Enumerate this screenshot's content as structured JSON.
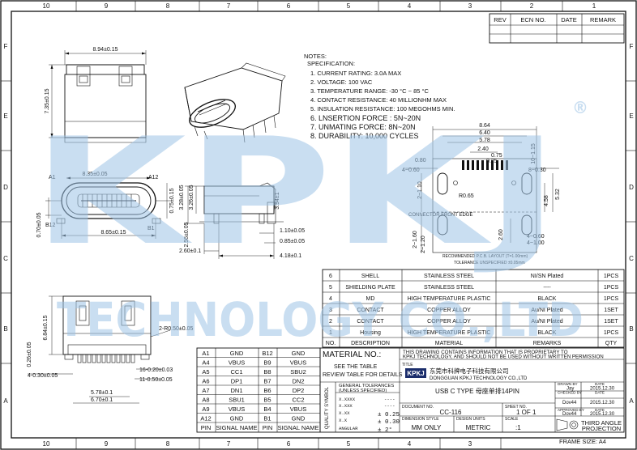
{
  "frame": {
    "cols_top": [
      "10",
      "9",
      "8",
      "7",
      "6",
      "5",
      "4",
      "3",
      "2",
      "1"
    ],
    "rows_side": [
      "F",
      "E",
      "D",
      "C",
      "B",
      "A"
    ]
  },
  "revision": {
    "headers": [
      "REV",
      "ECN NO.",
      "DATE",
      "REMARK"
    ]
  },
  "notes": {
    "title": "NOTES:",
    "spec_title": "SPECIFICATION:",
    "items": [
      "1. CURRENT RATING: 3.0A MAX",
      "2. VOLTAGE: 100 VAC",
      "3. TEMPERATURE RANGE: -30 °C ~ 85 °C",
      "4. CONTACT RESISTANCE: 40 MILLIONHM MAX",
      "5. INSULATION RESISTANCE: 100 MEGOHMS MIN.",
      "6. LNSERTION FORCE : 5N~20N",
      "7. UNMATING FORCE: 8N~20N",
      "8. DURABILITY: 10,000 CYCLES"
    ]
  },
  "dims": {
    "top_width": "8.94±0.15",
    "top_height": "7.35±0.15",
    "front_inner": "8.35±0.05",
    "front_outer": "8.65±0.15",
    "front_h": "0.70±0.05",
    "a1": "A1",
    "a12": "A12",
    "b1": "B1",
    "b12": "B12",
    "s_075": "0.75±0.15",
    "s_326": "3.26±0.05",
    "s_256": "2.56±0.05",
    "s_328": "3.28±0.05",
    "s_394": "3.94±1",
    "s_110": "1.10±0.05",
    "s_085": "0.85±0.05",
    "s_260": "2.60±0.1",
    "s_418": "4.18±0.1",
    "bot_684": "6.84±0.15",
    "bot_026": "0.26±0.05",
    "bot_r": "2-R0.50±0.05",
    "bot_4030": "4-0.30±0.05",
    "bot_16": "16-0.20±0.03",
    "bot_11": "11-0.50±0.05",
    "bot_578": "5.78±0.1",
    "bot_670": "6.70±0.1",
    "fp_864": "8.64",
    "fp_640": "6.40",
    "fp_578": "5.78",
    "fp_240": "2.40",
    "fp_075": "0.75",
    "fp_025": "0.25",
    "fp_080": "0.80",
    "fp_4060": "4~0.60",
    "fp_1015": "10~1.15",
    "fp_8030": "8~0.30",
    "fp_2r10": "2~1.10",
    "fp_r065": "R0.65",
    "fp_532": "5.32",
    "fp_458": "4.58",
    "fp_260": "2.60",
    "fp_21r60": "2~1.60",
    "fp_21r20": "2~1.20",
    "fp_4060b": "4~0.60",
    "fp_4100": "4~1.00",
    "connector_edge": "CONNECTOR FRONT EDGE",
    "pcb_layout": "RECOMMENDED P.C.B. LAYOUT (T=1.00mm)",
    "tol_unspec": "TOLERANCE UNSPECIFIED ±0.05mm"
  },
  "bom": {
    "rows": [
      {
        "no": "6",
        "desc": "SHELL",
        "material": "STAINLESS STEEL",
        "remarks": "NI/SN  Plated",
        "qty": "1PCS"
      },
      {
        "no": "5",
        "desc": "SHIELDING PLATE",
        "material": "STAINLESS STEEL",
        "remarks": "----",
        "qty": "1PCS"
      },
      {
        "no": "4",
        "desc": "MD",
        "material": "HIGH TEMPERATURE PLASTIC",
        "remarks": "BLACK",
        "qty": "1PCS"
      },
      {
        "no": "3",
        "desc": "CONTACT",
        "material": "COPPER ALLOY",
        "remarks": "Au/NI Plated",
        "qty": "1SET"
      },
      {
        "no": "2",
        "desc": "CONTACT",
        "material": "COPPER ALLOY",
        "remarks": "Au/NI Plated",
        "qty": "1SET"
      },
      {
        "no": "1",
        "desc": "Housing",
        "material": "HIGH TEMPERATURE PLASTIC",
        "remarks": "BLACK",
        "qty": "1PCS"
      }
    ],
    "header": {
      "no": "NO.",
      "desc": "DESCRIPTION",
      "material": "MATERIAL",
      "remarks": "REMARKS",
      "qty": "QTY"
    }
  },
  "pins": {
    "rows": [
      [
        "A1",
        "GND",
        "B12",
        "GND"
      ],
      [
        "A4",
        "VBUS",
        "B9",
        "VBUS"
      ],
      [
        "A5",
        "CC1",
        "B8",
        "SBU2"
      ],
      [
        "A6",
        "DP1",
        "B7",
        "DN2"
      ],
      [
        "A7",
        "DN1",
        "B6",
        "DP2"
      ],
      [
        "A8",
        "SBU1",
        "B5",
        "CC2"
      ],
      [
        "A9",
        "VBUS",
        "B4",
        "VBUS"
      ],
      [
        "A12",
        "GND",
        "B1",
        "GND"
      ]
    ],
    "header": [
      "PIN",
      "SIGNAL NAME",
      "PIN",
      "SIGNAL NAME"
    ]
  },
  "title_block": {
    "material_no": "MATERIAL NO.:",
    "see_table": "SEE THE TABLE",
    "review_table": "REVIEW TABLE FOR DETAILS",
    "proprietary_1": "THIS DRAWING CONTAINS INFORMATION THAT IS PROPRIETARY TO",
    "proprietary_2": "KPKJ TECHNOLOGY, AND SHOULD NOT BE USED WITHOUT WRITTEN PERMISSION",
    "title_label": "TITLE",
    "logo": "KPKJ",
    "company_cn": "东莞市科牌电子科技有限公司",
    "company_en": "DONGGUAN KPKJ TECHNOLOGY CO.,LTD",
    "product": "USB C TYPE 母座单排14PIN",
    "drawn_by": "DRAWN BY",
    "drawn_name": "Jay",
    "date_label": "DATE",
    "drawn_date": "2015.12.30",
    "checked_by": "CHECKED BY",
    "checked_name": "Dov44",
    "checked_date": "2015.12.30",
    "approved_by": "APPROVED BY",
    "approved_name": "Dov44",
    "approved_date": "2015.12.30",
    "gen_tol": "GENERAL TOLERANCES",
    "unless": "(UNLESS SPECIFIED)",
    "tol_rows": [
      {
        "k": "X.XXXX",
        "v": "----"
      },
      {
        "k": "X.XXX",
        "v": "----"
      },
      {
        "k": "X.XX",
        "v": "± 0.25"
      },
      {
        "k": "X.X",
        "v": "± 0.30"
      },
      {
        "k": "ANGULAR",
        "v": "± 2°"
      }
    ],
    "quality": "QUALITY SYMBOL",
    "doc_no_label": "DOCUMENT NO.",
    "doc_no": "CC-116",
    "sheet_no_label": "SHEET NO.",
    "sheet_no": "1 OF 1",
    "dim_style_label": "DIMENSION STYLE",
    "dim_style": "MM ONLY",
    "design_units_label": "DESIGN UNITS",
    "design_units": "METRIC",
    "scale_label": "SCALE",
    "scale": ":1",
    "third_angle_1": "THIRD ANGLE",
    "third_angle_2": "PROJECTION",
    "frame_size": "FRAME SIZE: A4"
  },
  "watermark": {
    "big": "KPKJ",
    "tech": "TECHNOLOGY CO.,LTD",
    "reg": "®"
  }
}
